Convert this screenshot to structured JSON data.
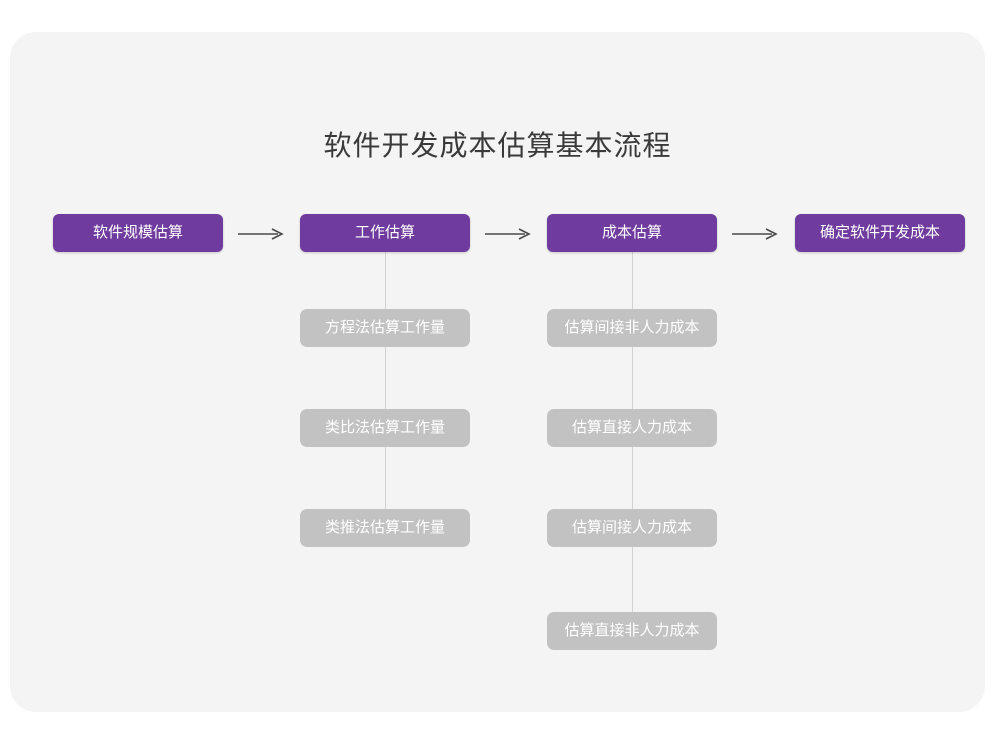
{
  "card": {
    "background": "#f4f4f4"
  },
  "title": "软件开发成本估算基本流程",
  "colors": {
    "primary": "#6f3b9e",
    "secondary": "#c2c2c2",
    "connector": "#d2d2d2",
    "title_text": "#3a3a3a",
    "arrow": "#4a4a4a"
  },
  "arrows": [
    {
      "name": "arrow-1",
      "glyph": "→"
    },
    {
      "name": "arrow-2",
      "glyph": "→"
    },
    {
      "name": "arrow-3",
      "glyph": "→"
    }
  ],
  "flow": {
    "stages": [
      {
        "id": "stage-1",
        "label": "软件规模估算",
        "substeps": []
      },
      {
        "id": "stage-2",
        "label": "工作估算",
        "substeps": [
          "方程法估算工作量",
          "类比法估算工作量",
          "类推法估算工作量"
        ]
      },
      {
        "id": "stage-3",
        "label": "成本估算",
        "substeps": [
          "估算间接非人力成本",
          "估算直接人力成本",
          "估算间接人力成本",
          "估算直接非人力成本"
        ]
      },
      {
        "id": "stage-4",
        "label": "确定软件开发成本",
        "substeps": []
      }
    ]
  }
}
